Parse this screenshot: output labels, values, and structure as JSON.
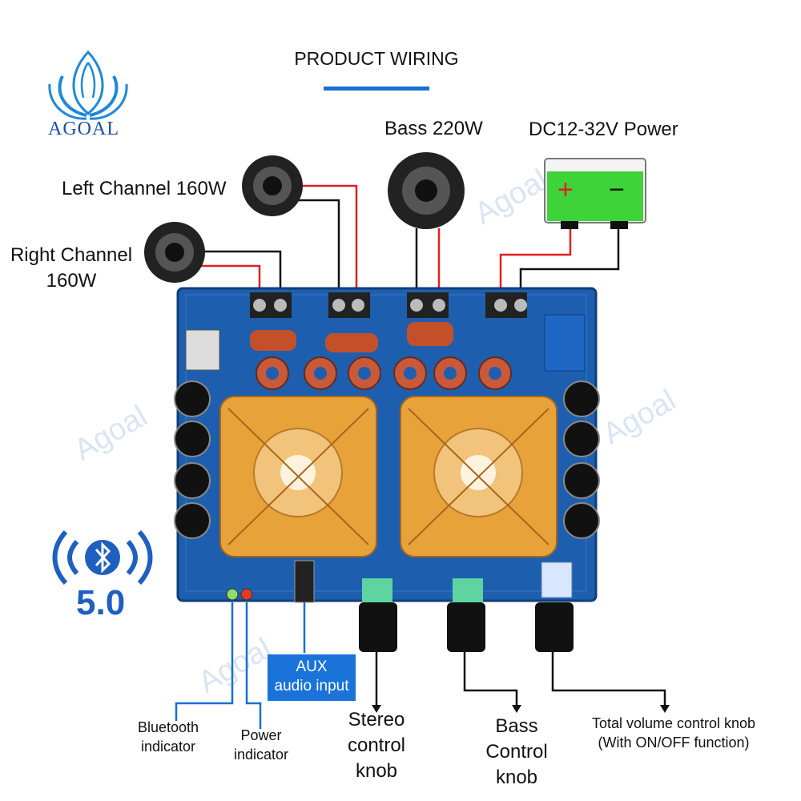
{
  "header": {
    "title": "PRODUCT WIRING"
  },
  "brand": {
    "logo_text": "AGOAL",
    "watermark": "Agoal"
  },
  "speakers": {
    "left": "Left Channel 160W",
    "right_line1": "Right Channel",
    "right_line2": "160W",
    "bass": "Bass 220W"
  },
  "power": {
    "label": "DC12-32V Power",
    "plus": "+",
    "minus": "−"
  },
  "bluetooth": {
    "version": "5.0"
  },
  "aux": {
    "line1": "AUX",
    "line2": "audio input"
  },
  "indicators": {
    "bluetooth_line1": "Bluetooth",
    "bluetooth_line2": "indicator",
    "power_line1": "Power",
    "power_line2": "indicator"
  },
  "knobs": {
    "stereo_line1": "Stereo",
    "stereo_line2": "control",
    "stereo_line3": "knob",
    "bass_line1": "Bass",
    "bass_line2": "Control",
    "bass_line3": "knob",
    "volume_line1": "Total volume control knob",
    "volume_line2": "(With ON/OFF function)"
  },
  "colors": {
    "accent": "#1a6fd1",
    "board": "#1d5fae",
    "heatsink": "#e8a23a",
    "battery": "#3fd33a",
    "wire_red": "#e02020",
    "wire_black": "#111111"
  }
}
